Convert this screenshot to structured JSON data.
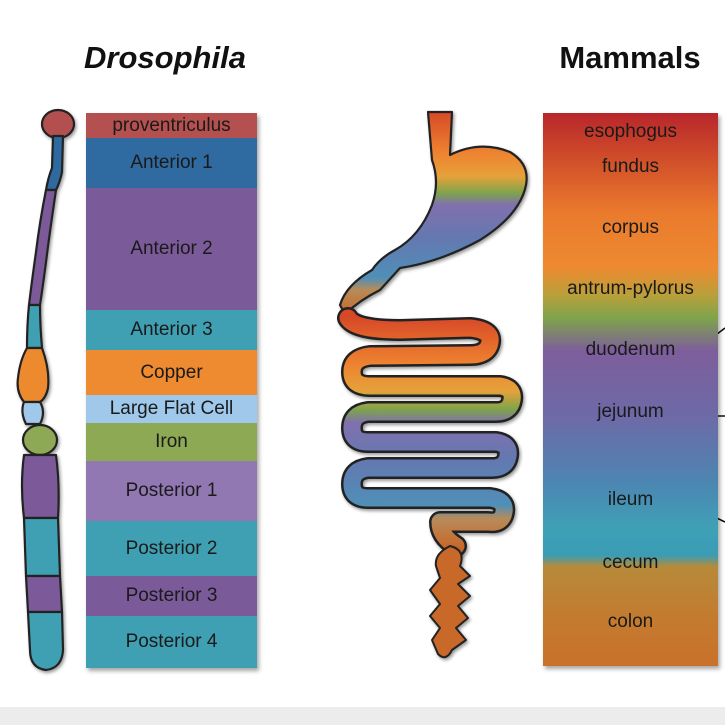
{
  "titles": {
    "drosophila": "Drosophila",
    "mammals": "Mammals"
  },
  "drosophila_segments": [
    {
      "label": "proventriculus",
      "color": "#b4504f"
    },
    {
      "label": "Anterior 1",
      "color": "#2f6aa0"
    },
    {
      "label": "Anterior 2",
      "color": "#7b5a99"
    },
    {
      "label": "Anterior 3",
      "color": "#3fa0b3"
    },
    {
      "label": "Copper",
      "color": "#ee8a2f"
    },
    {
      "label": "Large Flat Cell",
      "color": "#9fc8ea"
    },
    {
      "label": "Iron",
      "color": "#8ea954"
    },
    {
      "label": "Posterior 1",
      "color": "#9178b3"
    },
    {
      "label": "Posterior 2",
      "color": "#3fa0b3"
    },
    {
      "label": "Posterior 3",
      "color": "#7b5a99"
    },
    {
      "label": "Posterior 4",
      "color": "#3fa0b3"
    }
  ],
  "mammal_segments": [
    {
      "label": "esophogus"
    },
    {
      "label": "fundus"
    },
    {
      "label": "corpus"
    },
    {
      "label": "antrum-pylorus"
    },
    {
      "label": "duodenum"
    },
    {
      "label": "jejunum"
    },
    {
      "label": "ileum"
    },
    {
      "label": "cecum"
    },
    {
      "label": "colon"
    }
  ]
}
